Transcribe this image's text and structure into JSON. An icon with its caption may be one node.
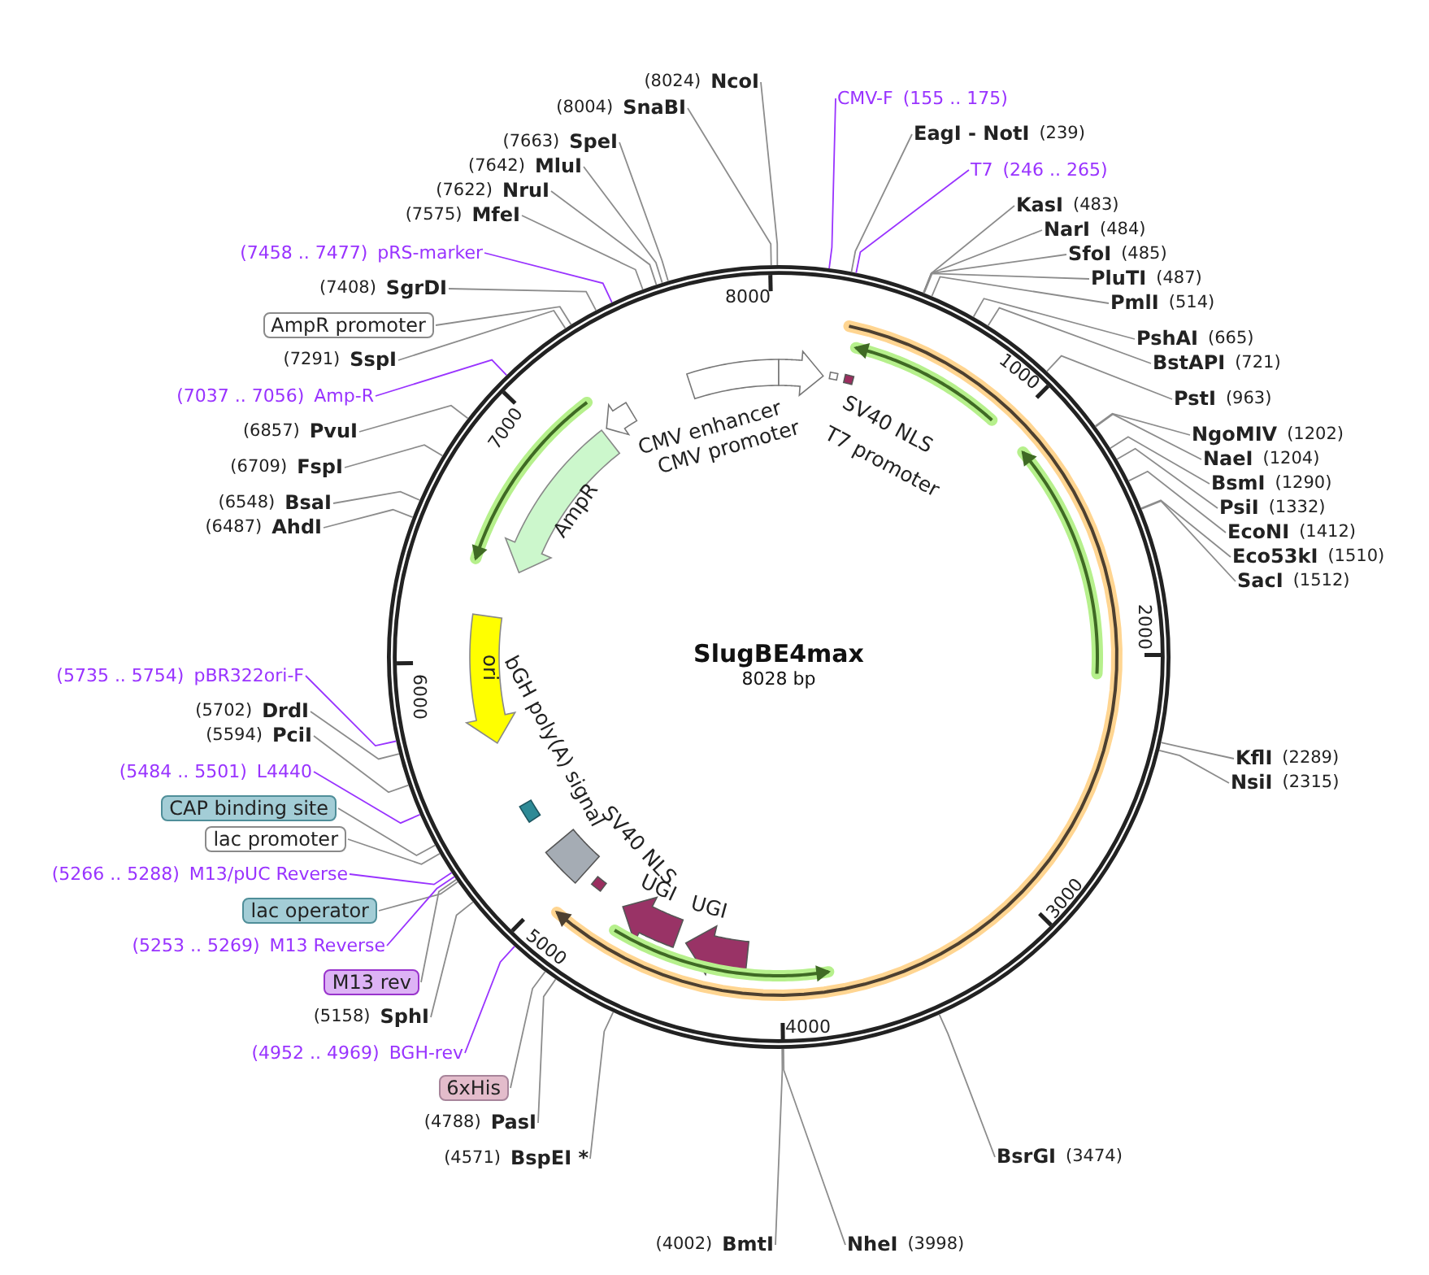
{
  "diagram": {
    "nodes": [
      {
        "text": [
          "SlugBE4max",
          "8028 bp"
        ]
      },
      {
        "text": [
          "(8024)",
          "NcoI"
        ]
      },
      {
        "text": [
          "(8004)",
          "SnaBI"
        ]
      },
      {
        "text": [
          "(7663)",
          "SpeI"
        ]
      },
      {
        "text": [
          "(7642)",
          "MluI"
        ]
      },
      {
        "text": [
          "(7622)",
          "NruI"
        ]
      },
      {
        "text": [
          "(7575)",
          "MfeI"
        ]
      },
      {
        "text": [
          "(7458 .. 7477)",
          "pRS-marker"
        ]
      },
      {
        "text": [
          "(7408)",
          "SgrDI"
        ]
      },
      {
        "text": [
          "AmpR promoter"
        ]
      },
      {
        "text": [
          "(7291)",
          "SspI"
        ]
      },
      {
        "text": [
          "(7037 .. 7056)",
          "Amp-R"
        ]
      },
      {
        "text": [
          "(6857)",
          "PvuI"
        ]
      },
      {
        "text": [
          "(6709)",
          "FspI"
        ]
      },
      {
        "text": [
          "(6548)",
          "BsaI"
        ]
      },
      {
        "text": [
          "(6487)",
          "AhdI"
        ]
      },
      {
        "text": [
          "(5735 .. 5754)",
          "pBR322ori-F"
        ]
      },
      {
        "text": [
          "(5702)",
          "DrdI"
        ]
      },
      {
        "text": [
          "(5594)",
          "PciI"
        ]
      },
      {
        "text": [
          "(5484 .. 5501)",
          "L4440"
        ]
      },
      {
        "text": [
          "CAP binding site"
        ]
      },
      {
        "text": [
          "lac promoter"
        ]
      },
      {
        "text": [
          "(5266 .. 5288)",
          "M13/pUC Reverse"
        ]
      },
      {
        "text": [
          "lac operator"
        ]
      },
      {
        "text": [
          "(5253 .. 5269)",
          "M13 Reverse"
        ]
      },
      {
        "text": [
          "M13 rev"
        ]
      },
      {
        "text": [
          "(5158)",
          "SphI"
        ]
      },
      {
        "text": [
          "(4952 .. 4969)",
          "BGH-rev"
        ]
      },
      {
        "text": [
          "6xHis"
        ]
      },
      {
        "text": [
          "(4788)",
          "PasI"
        ]
      },
      {
        "text": [
          "(4571)",
          "BspEI *"
        ]
      },
      {
        "text": [
          "(4002)",
          "BmtI"
        ]
      },
      {
        "text": [
          "NheI",
          "(3998)"
        ]
      },
      {
        "text": [
          "BsrGI",
          "(3474)"
        ]
      },
      {
        "text": [
          "CMV-F",
          "(155 .. 175)"
        ]
      },
      {
        "text": [
          "EagI - NotI",
          "(239)"
        ]
      },
      {
        "text": [
          "T7",
          "(246 .. 265)"
        ]
      },
      {
        "text": [
          "KasI",
          "(483)"
        ]
      },
      {
        "text": [
          "NarI",
          "(484)"
        ]
      },
      {
        "text": [
          "SfoI",
          "(485)"
        ]
      },
      {
        "text": [
          "PluTI",
          "(487)"
        ]
      },
      {
        "text": [
          "PmlI",
          "(514)"
        ]
      },
      {
        "text": [
          "PshAI",
          "(665)"
        ]
      },
      {
        "text": [
          "BstAPI",
          "(721)"
        ]
      },
      {
        "text": [
          "PstI",
          "(963)"
        ]
      },
      {
        "text": [
          "NgoMIV",
          "(1202)"
        ]
      },
      {
        "text": [
          "NaeI",
          "(1204)"
        ]
      },
      {
        "text": [
          "BsmI",
          "(1290)"
        ]
      },
      {
        "text": [
          "PsiI",
          "(1332)"
        ]
      },
      {
        "text": [
          "EcoNI",
          "(1412)"
        ]
      },
      {
        "text": [
          "Eco53kI",
          "(1510)"
        ]
      },
      {
        "text": [
          "SacI",
          "(1512)"
        ]
      },
      {
        "text": [
          "KflI",
          "(2289)"
        ]
      },
      {
        "text": [
          "NsiI",
          "(2315)"
        ]
      }
    ],
    "edges": [
      {
        "from": 1,
        "to": 0,
        "arrow": "none"
      },
      {
        "from": 2,
        "to": 0,
        "arrow": "none"
      },
      {
        "from": 3,
        "to": 0,
        "arrow": "none"
      },
      {
        "from": 4,
        "to": 0,
        "arrow": "none"
      },
      {
        "from": 5,
        "to": 0,
        "arrow": "none"
      },
      {
        "from": 6,
        "to": 0,
        "arrow": "none"
      },
      {
        "from": 7,
        "to": 0,
        "arrow": "none",
        "color": "#9933ff"
      },
      {
        "from": 8,
        "to": 0,
        "arrow": "none"
      },
      {
        "from": 9,
        "to": 0,
        "arrow": "none"
      },
      {
        "from": 10,
        "to": 0,
        "arrow": "none"
      },
      {
        "from": 11,
        "to": 0,
        "arrow": "none",
        "color": "#9933ff"
      },
      {
        "from": 12,
        "to": 0,
        "arrow": "none"
      },
      {
        "from": 13,
        "to": 0,
        "arrow": "none"
      },
      {
        "from": 14,
        "to": 0,
        "arrow": "none"
      },
      {
        "from": 15,
        "to": 0,
        "arrow": "none"
      },
      {
        "from": 16,
        "to": 0,
        "arrow": "none",
        "color": "#9933ff"
      },
      {
        "from": 17,
        "to": 0,
        "arrow": "none"
      },
      {
        "from": 18,
        "to": 0,
        "arrow": "none"
      },
      {
        "from": 19,
        "to": 0,
        "arrow": "none",
        "color": "#9933ff"
      },
      {
        "from": 20,
        "to": 0,
        "arrow": "none"
      },
      {
        "from": 21,
        "to": 0,
        "arrow": "none"
      },
      {
        "from": 22,
        "to": 0,
        "arrow": "none",
        "color": "#9933ff"
      },
      {
        "from": 23,
        "to": 0,
        "arrow": "none"
      },
      {
        "from": 24,
        "to": 0,
        "arrow": "none",
        "color": "#9933ff"
      },
      {
        "from": 25,
        "to": 0,
        "arrow": "none"
      },
      {
        "from": 26,
        "to": 0,
        "arrow": "none"
      },
      {
        "from": 27,
        "to": 0,
        "arrow": "none",
        "color": "#9933ff"
      },
      {
        "from": 28,
        "to": 0,
        "arrow": "none"
      },
      {
        "from": 29,
        "to": 0,
        "arrow": "none"
      },
      {
        "from": 30,
        "to": 0,
        "arrow": "none"
      },
      {
        "from": 31,
        "to": 0,
        "arrow": "none"
      },
      {
        "from": 32,
        "to": 0,
        "arrow": "none"
      },
      {
        "from": 33,
        "to": 0,
        "arrow": "none"
      },
      {
        "from": 34,
        "to": 0,
        "arrow": "none",
        "color": "#9933ff"
      },
      {
        "from": 35,
        "to": 0,
        "arrow": "none"
      },
      {
        "from": 36,
        "to": 0,
        "arrow": "none",
        "color": "#9933ff"
      },
      {
        "from": 37,
        "to": 0,
        "arrow": "none"
      },
      {
        "from": 38,
        "to": 0,
        "arrow": "none"
      },
      {
        "from": 39,
        "to": 0,
        "arrow": "none"
      },
      {
        "from": 40,
        "to": 0,
        "arrow": "none"
      },
      {
        "from": 41,
        "to": 0,
        "arrow": "none"
      },
      {
        "from": 42,
        "to": 0,
        "arrow": "none"
      },
      {
        "from": 43,
        "to": 0,
        "arrow": "none"
      },
      {
        "from": 44,
        "to": 0,
        "arrow": "none"
      },
      {
        "from": 45,
        "to": 0,
        "arrow": "none"
      },
      {
        "from": 46,
        "to": 0,
        "arrow": "none"
      },
      {
        "from": 47,
        "to": 0,
        "arrow": "none"
      },
      {
        "from": 48,
        "to": 0,
        "arrow": "none"
      },
      {
        "from": 49,
        "to": 0,
        "arrow": "none"
      },
      {
        "from": 50,
        "to": 0,
        "arrow": "none"
      },
      {
        "from": 51,
        "to": 0,
        "arrow": "none"
      },
      {
        "from": 52,
        "to": 0,
        "arrow": "none"
      },
      {
        "from": 53,
        "to": 0,
        "arrow": "none"
      }
    ],
    "labels": [
      "8000",
      "CMV enhancer",
      "CMV promoter",
      "SV40 NLS",
      "T7 promoter",
      "1000",
      "7000",
      "AmpR",
      "2000",
      "ori",
      "6000",
      "bGH poly(A) signal",
      "SV40 NLS",
      "UGI",
      "UGI",
      "5000",
      "3000",
      "4000"
    ]
  }
}
